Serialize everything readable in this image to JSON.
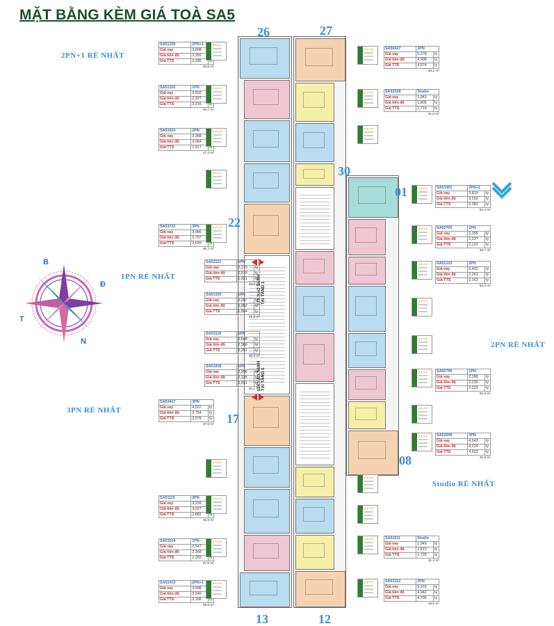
{
  "title": "MẶT BẰNG KÈM GIÁ TOÀ SA5",
  "tower_numbers": {
    "n26": "26",
    "n27": "27",
    "n30": "30",
    "n01": "01",
    "n22": "22",
    "n17": "17",
    "n08": "08",
    "n13": "13",
    "n12": "12"
  },
  "labels": {
    "pn2p1": "2PN+1 RẺ NHẤT",
    "pn1": "1PN RẺ NHẤT",
    "pn2": "2PN RẺ NHẤT",
    "pn3": "3PN RẺ NHẤT",
    "studio": "Studio RẺ NHẤT"
  },
  "entrance": {
    "top": "LỐI VÀO SẢNH TẠI TẦNG 1",
    "bottom": "LỐI VÀO SẢNH TẠI TẦNG 1"
  },
  "compass": {
    "b": "B",
    "d": "Đ",
    "n": "N",
    "t": "T"
  },
  "row_labels": {
    "vay": "Giá vay",
    "tiendo": "Giá tiến độ",
    "tts": "Giá TTS",
    "unit": "tỷ"
  },
  "cards": [
    {
      "code": "SA51226",
      "type": "2PN+1",
      "vay": "3,608",
      "tiendo": "3,355",
      "tts": "3,335",
      "area": "49,8 m²"
    },
    {
      "code": "SA51325",
      "type": "1PN",
      "vay": "2,502",
      "tiendo": "2,327",
      "tts": "2,216",
      "area": "46,7 m²"
    },
    {
      "code": "SA51924",
      "type": "2PN",
      "vay": "3,288",
      "tiendo": "3,064",
      "tts": "2,917",
      "area": "47,4 m²"
    },
    {
      "code": "SA53722",
      "type": "3PN",
      "vay": "3,986",
      "tiendo": "3,707",
      "tts": "3,520",
      "area": "46,7 m²"
    },
    {
      "code": "SA53121",
      "type": "1PN",
      "vay": "2,170",
      "tiendo": "2,018",
      "tts": "1,921",
      "area": "43,0 m²"
    },
    {
      "code": "SA51320",
      "type": "1PN",
      "vay": "2,207",
      "tiendo": "2,052",
      "tts": "1,954",
      "area": "41,8 m²"
    },
    {
      "code": "SA53119",
      "type": "1PN",
      "vay": "2,548",
      "tiendo": "2,369",
      "tts": "2,251",
      "area": "46,9 m²"
    },
    {
      "code": "SA51918",
      "type": "1PN",
      "vay": "2,296",
      "tiendo": "2,135",
      "tts": "2,031",
      "area": "46,1 m²"
    },
    {
      "code": "SA53417",
      "type": "3PN",
      "vay": "4,037",
      "tiendo": "3,754",
      "tts": "3,576",
      "area": "47,5 m²"
    },
    {
      "code": "SA51115",
      "type": "2PN",
      "vay": "3,255",
      "tiendo": "3,027",
      "tts": "2,882",
      "area": "46,9 m²"
    },
    {
      "code": "SA51514",
      "type": "1PN",
      "vay": "2,547",
      "tiendo": "2,368",
      "tts": "2,255",
      "area": "47,8 m²"
    },
    {
      "code": "SA51413",
      "type": "2PN+1",
      "vay": "3,598",
      "tiendo": "3,346",
      "tts": "3,186",
      "area": "49,6 m²"
    },
    {
      "code": "SA50427",
      "type": "3PN",
      "vay": "5,278",
      "tiendo": "4,908",
      "tts": "4,674",
      "area": "49,1 m²"
    },
    {
      "code": "SA52528",
      "type": "Studio",
      "vay": "1,941",
      "tiendo": "1,805",
      "tts": "1,719",
      "area": "31,0 m²"
    },
    {
      "code": "SA51301",
      "type": "2PN+1",
      "vay": "3,819",
      "tiendo": "3,552",
      "tts": "3,382",
      "area": "52,4 m²"
    },
    {
      "code": "SA52702",
      "type": "1PN",
      "vay": "2,395",
      "tiendo": "2,227",
      "tts": "2,121",
      "area": "49,7 m²"
    },
    {
      "code": "SA52103",
      "type": "2PN",
      "vay": "2,432",
      "tiendo": "2,261",
      "tts": "2,153",
      "area": "50,4 m²"
    },
    {
      "code": "SA52706",
      "type": "1PN",
      "vay": "2,398",
      "tiendo": "2,230",
      "tts": "2,123",
      "area": "50,2 m²"
    },
    {
      "code": "SA52008",
      "type": "3PN",
      "vay": "4,542",
      "tiendo": "4,224",
      "tts": "4,022",
      "area": "49,5 m²"
    },
    {
      "code": "SA51611",
      "type": "Studio",
      "vay": "1,949",
      "tiendo": "1,813",
      "tts": "1,726",
      "area": "31,2 m²"
    },
    {
      "code": "SA53112",
      "type": "3PN",
      "vay": "5,316",
      "tiendo": "4,942",
      "tts": "4,706",
      "area": "49,6 m²"
    }
  ],
  "colors": {
    "title": "#1d4e2a",
    "accent_blue": "#3a8fd0",
    "price_red": "#c62828",
    "pink": "#efc7d3",
    "blue": "#b9dcf0",
    "peach": "#f5d3b0",
    "yellow": "#f6efa8",
    "teal": "#a8dcd8"
  }
}
